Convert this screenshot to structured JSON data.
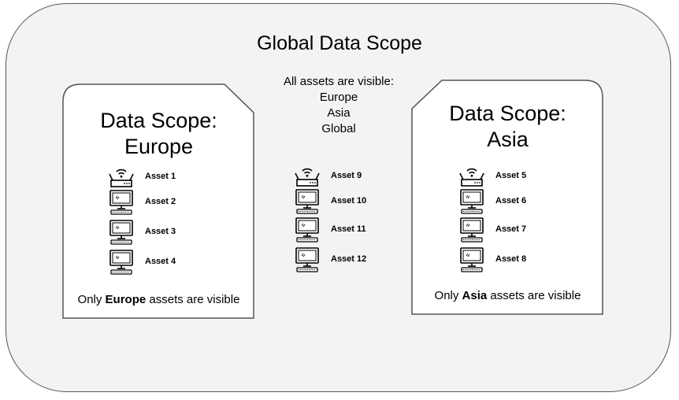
{
  "global": {
    "title": "Global Data Scope",
    "note_lines": [
      "All assets are visible:",
      "Europe",
      "Asia",
      "Global"
    ]
  },
  "europe": {
    "title_line1": "Data Scope:",
    "title_line2": "Europe",
    "note_prefix": "Only ",
    "note_bold": "Europe",
    "note_suffix": " assets are visible",
    "assets": [
      {
        "label": "Asset 1",
        "icon": "router-icon"
      },
      {
        "label": "Asset 2",
        "icon": "computer-icon"
      },
      {
        "label": "Asset 3",
        "icon": "computer-icon"
      },
      {
        "label": "Asset 4",
        "icon": "computer-icon"
      }
    ]
  },
  "center": {
    "assets": [
      {
        "label": "Asset 9",
        "icon": "router-icon"
      },
      {
        "label": "Asset 10",
        "icon": "computer-icon"
      },
      {
        "label": "Asset 11",
        "icon": "computer-icon"
      },
      {
        "label": "Asset 12",
        "icon": "computer-icon"
      }
    ]
  },
  "asia": {
    "title_line1": "Data Scope:",
    "title_line2": "Asia",
    "note_prefix": "Only ",
    "note_bold": "Asia",
    "note_suffix": " assets are visible",
    "assets": [
      {
        "label": "Asset 5",
        "icon": "router-icon"
      },
      {
        "label": "Asset 6",
        "icon": "computer-icon"
      },
      {
        "label": "Asset 7",
        "icon": "computer-icon"
      },
      {
        "label": "Asset 8",
        "icon": "computer-icon"
      }
    ]
  }
}
